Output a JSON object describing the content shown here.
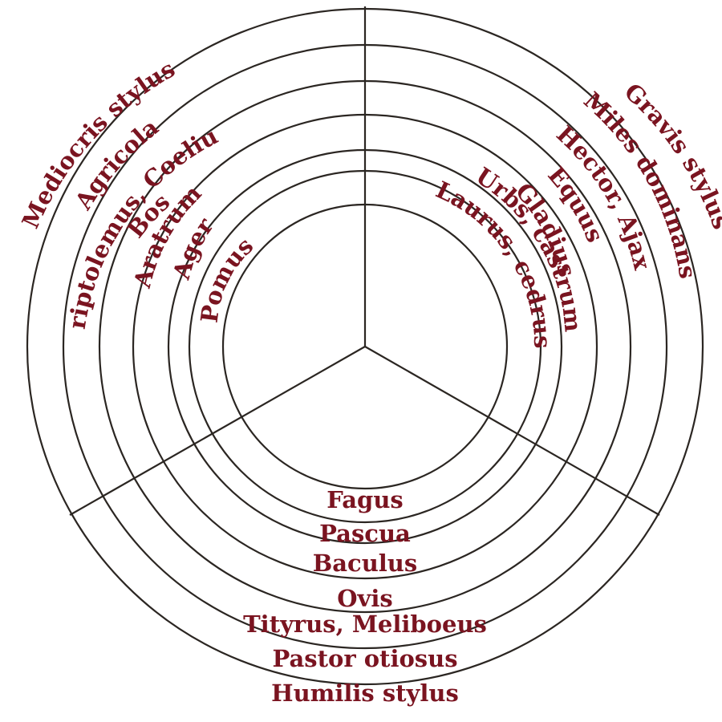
{
  "colors": {
    "text": "#7a1420",
    "lines": "#2b2622",
    "background": "#ffffff"
  },
  "sectors": {
    "middle": {
      "labels": [
        "Mediocris stylus",
        "Agricola",
        "Triptolemus, Coelius",
        "Bos",
        "Aratrum",
        "Ager",
        "Pomus"
      ]
    },
    "high": {
      "labels": [
        "Gravis stylus",
        "Miles dominans",
        "Hector, Ajax",
        "Equus",
        "Gladius",
        "Urbs, castrum",
        "Laurus, cedrus"
      ]
    },
    "low": {
      "labels": [
        "Humilis stylus",
        "Pastor otiosus",
        "Tityrus, Meliboeus",
        "Ovis",
        "Baculus",
        "Pascua",
        "Fagus"
      ]
    }
  }
}
